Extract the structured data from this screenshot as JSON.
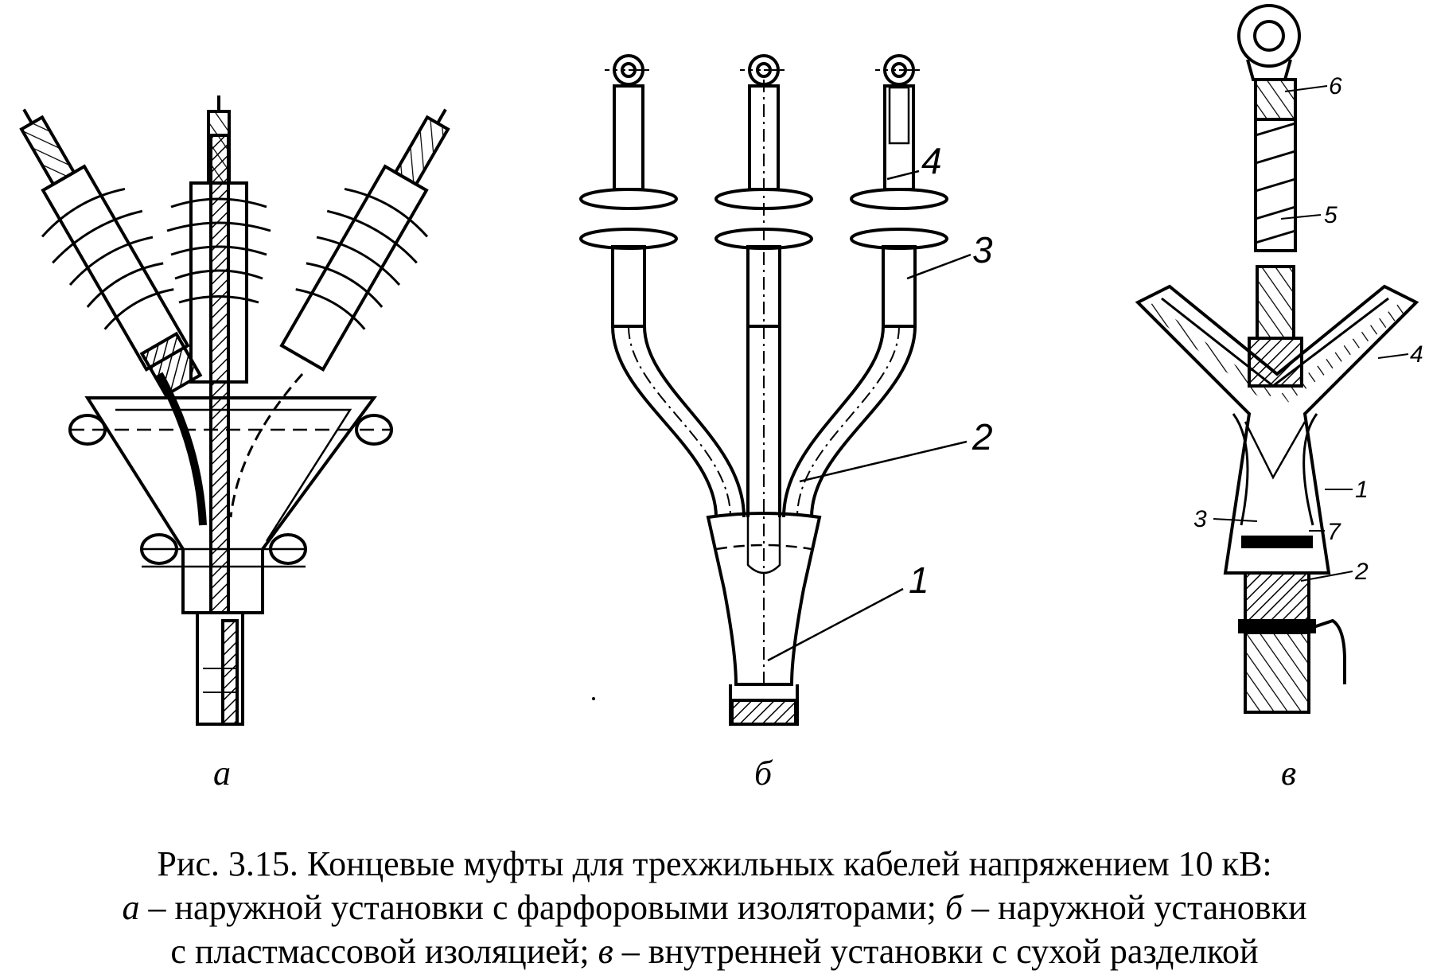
{
  "figure": {
    "subfigure_labels": [
      "а",
      "б",
      "в"
    ],
    "b_callouts": [
      "1",
      "2",
      "3",
      "4"
    ],
    "c_callouts": [
      "1",
      "2",
      "3",
      "4",
      "5",
      "6",
      "7"
    ]
  },
  "caption": {
    "line1": "Рис. 3.15. Концевые муфты для трехжильных кабелей напряжением 10 кВ:",
    "a_letter": "а",
    "a_text": " – наружной установки с фарфоровыми изоляторами; ",
    "b_letter": "б",
    "b_text": " – наружной установки",
    "line3_start": "с пластмассовой изоляцией; ",
    "c_letter": "в",
    "c_text": " – внутренней установки с сухой разделкой"
  }
}
